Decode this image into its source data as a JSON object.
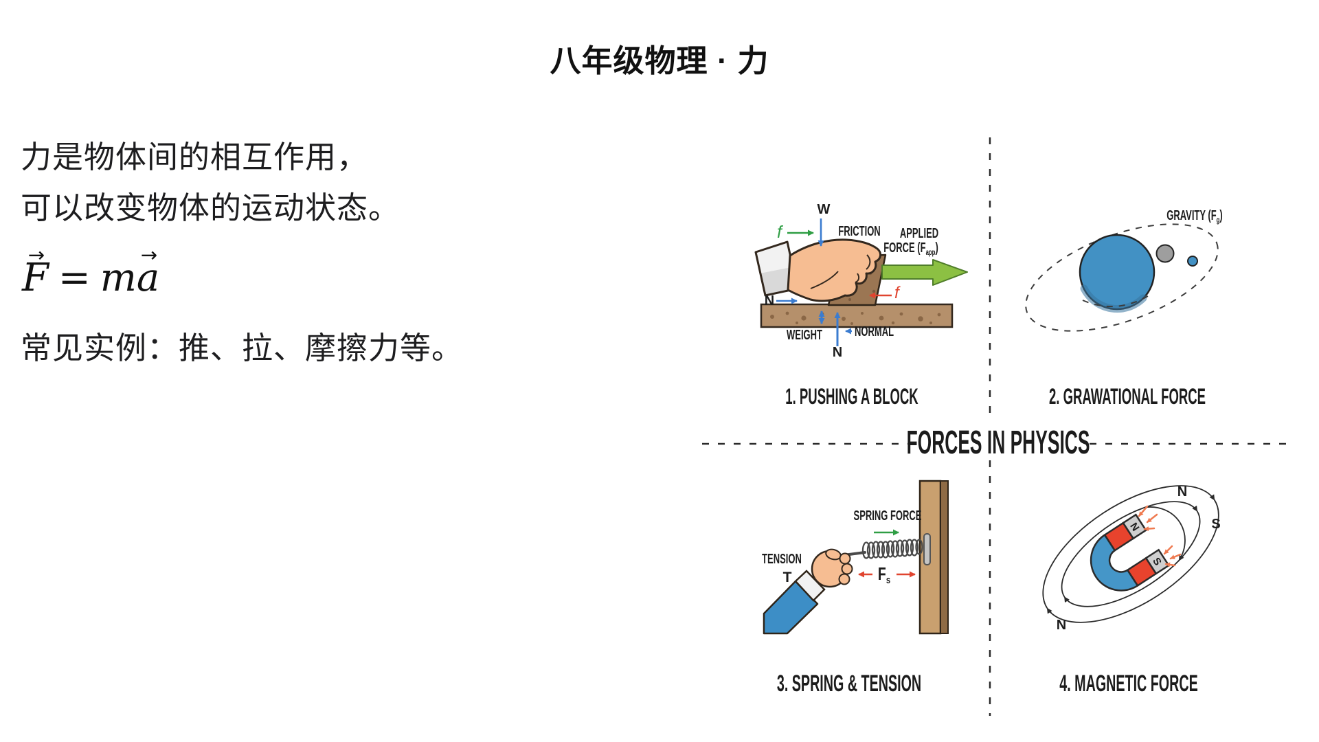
{
  "title": "八年级物理 · 力",
  "notes": {
    "line1": "力是物体间的相互作用，",
    "line2": "可以改变物体的运动状态。",
    "line3": "常见实例：推、拉、摩擦力等。"
  },
  "formula": {
    "f": "F",
    "equals": "=",
    "mass": "m",
    "accel": "a",
    "vector_arrow": "→"
  },
  "figure": {
    "center_label": "FORCES IN PHYSICS",
    "captions": {
      "q1": "1. PUSHING A BLOCK",
      "q2": "2. GRAWATIONAL FORCE",
      "q3": "3. SPRING & TENSION",
      "q4": "4. MAGNETIC FORCE"
    },
    "pushing": {
      "w": "W",
      "f_top": "f",
      "friction": "FRICTION",
      "applied_line1": "APPLIED",
      "applied_line2_pre": "FORCE (F",
      "applied_sub": "app",
      "applied_post": ")",
      "f_side": "f",
      "n_left": "N",
      "weight": "WEIGHT",
      "normal": "NORMAL",
      "n_bottom": "N"
    },
    "gravity": {
      "label_pre": "GRAVITY (F",
      "label_sub": "g",
      "label_post": ")"
    },
    "spring": {
      "spring_force": "SPRING FORCE",
      "tension": "TENSION",
      "t": "T",
      "fs_pre": "F",
      "fs_sub": "s"
    },
    "magnetic": {
      "n_top": "N",
      "s_right": "S",
      "n_bottom": "N"
    }
  },
  "colors": {
    "text": "#1a1a1a",
    "green_arrow": "#2f9e44",
    "applied_green": "#8cc043",
    "applied_green_edge": "#4f7d2a",
    "blue_arrow": "#3b7cd0",
    "red_arrow": "#e0442f",
    "ground_brown": "#b5906b",
    "block_brown": "#9b7653",
    "wall_light": "#c9a06f",
    "wall_dark": "#8f6b45",
    "skin": "#f6bd92",
    "cuff_white": "#f2f2f2",
    "sleeve_blue": "#3d8ec6",
    "planet_blue": "#4291c4",
    "moon_gray": "#9e9e9e",
    "magnet_blue": "#4596c8",
    "magnet_red": "#e8432d",
    "magnet_tip_gray": "#cfcfcf",
    "spark_orange": "#ef7a50",
    "dashed_line": "#2b2b2b"
  }
}
